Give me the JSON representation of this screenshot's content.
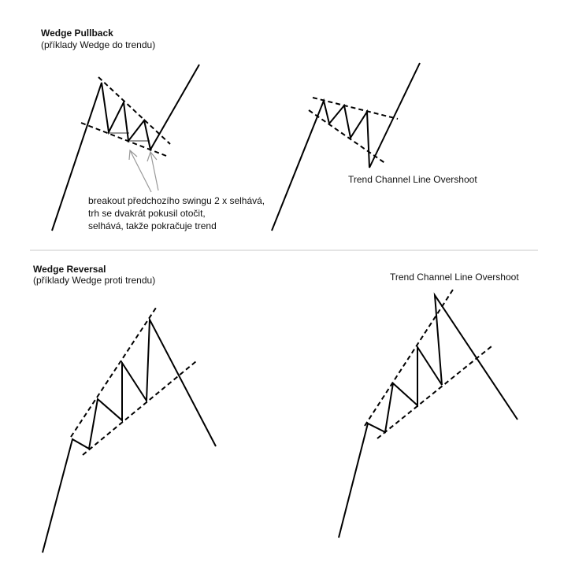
{
  "pullback": {
    "title": "Wedge Pullback",
    "subtitle": "(příklady Wedge do trendu)",
    "note_lines": [
      "breakout předchozího swingu 2 x selhává,",
      "trh se dvakrát pokusil otočit,",
      "selhává, takže pokračuje trend"
    ],
    "overshoot_label": "Trend Channel Line Overshoot"
  },
  "reversal": {
    "title": "Wedge Reversal",
    "subtitle": "(příklady Wedge proti trendu)",
    "overshoot_label": "Trend Channel Line Overshoot"
  }
}
